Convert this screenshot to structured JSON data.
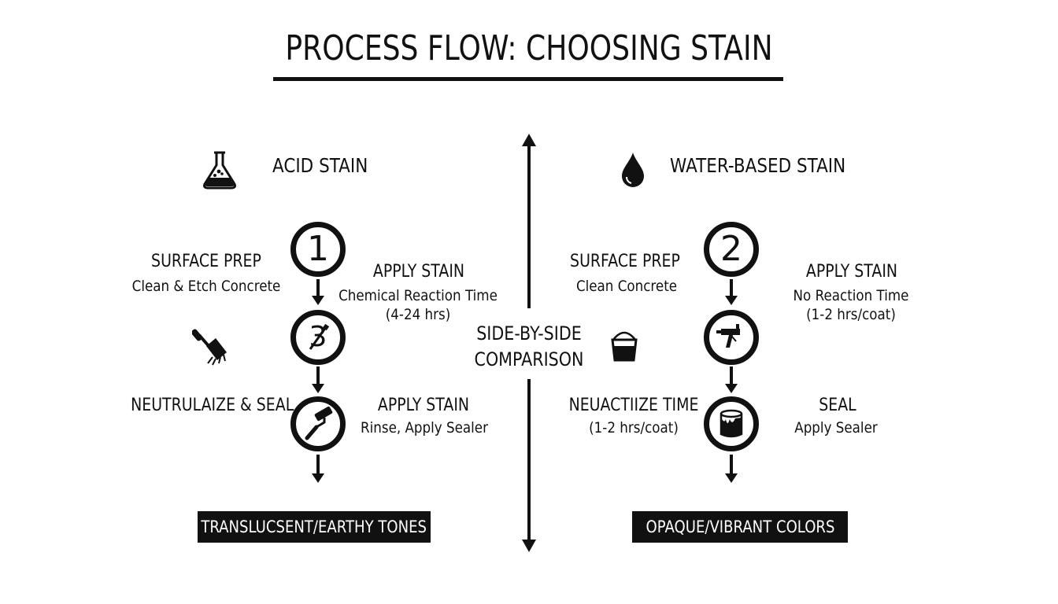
{
  "title": "PROCESS FLOW: CHOOSING STAIN",
  "center": {
    "line1": "SIDE-BY-SIDE",
    "line2": "COMPARISON"
  },
  "left": {
    "header": "ACID STAIN",
    "header_icon": "flask-icon",
    "step1": {
      "number": "1",
      "label": "SURFACE PREP",
      "sub": "Clean & Etch Concrete"
    },
    "step1_right": {
      "label": "APPLY STAIN",
      "sub1": "Chemical Reaction Time",
      "sub2": "(4-24 hrs)"
    },
    "step2": {
      "number": "3",
      "icon": "brush-icon"
    },
    "step3": {
      "label": "NEUTRULAIZE & SEAL",
      "icon": "paint-roller-icon"
    },
    "step3_right": {
      "label": "APPLY STAIN",
      "sub": "Rinse, Apply Sealer"
    },
    "result": "TRANSLUCSENT/EARTHY TONES"
  },
  "right": {
    "header": "WATER-BASED STAIN",
    "header_icon": "water-drop-icon",
    "step1": {
      "number": "2",
      "label": "SURFACE PREP",
      "sub": "Clean Concrete"
    },
    "step1_right": {
      "label": "APPLY STAIN",
      "sub1": "No Reaction Time",
      "sub2": "(1-2 hrs/coat)"
    },
    "step2": {
      "icon": "spray-gun-icon",
      "side_icon": "bucket-icon"
    },
    "step3": {
      "label": "NEUACTIIZE TIME",
      "sub": "(1-2 hrs/coat)",
      "icon": "paint-can-icon"
    },
    "step3_right": {
      "label": "SEAL",
      "sub": "Apply Sealer"
    },
    "result": "OPAQUE/VIBRANT COLORS"
  },
  "colors": {
    "ink": "#111111",
    "background": "#ffffff"
  }
}
